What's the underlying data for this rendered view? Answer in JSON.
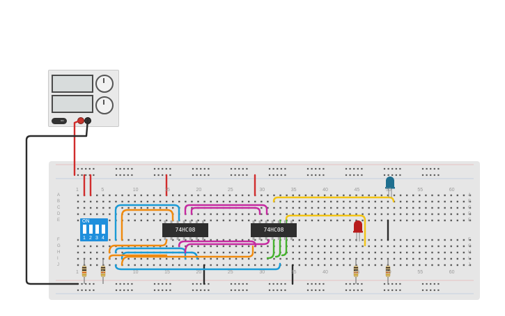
{
  "breadboard": {
    "column_numbers": [
      "1",
      "5",
      "10",
      "15",
      "20",
      "25",
      "30",
      "35",
      "40",
      "45",
      "50",
      "55",
      "60"
    ],
    "row_letters_top": [
      "A",
      "B",
      "C",
      "D",
      "E"
    ],
    "row_letters_bottom": [
      "F",
      "G",
      "H",
      "I",
      "J"
    ]
  },
  "chips": [
    {
      "label": "74HC08"
    },
    {
      "label": "74HC08"
    }
  ],
  "dip_switch": {
    "on_label": "ON",
    "numbers": [
      "1",
      "2",
      "3",
      "4"
    ]
  },
  "power_supply": {
    "on_label": "ON",
    "wire_colors": {
      "positive": "#d12d2d",
      "negative": "#333333"
    }
  },
  "colors": {
    "wire_orange": "#f08a0e",
    "wire_blue": "#1b9bd6",
    "wire_magenta": "#c52aa0",
    "wire_yellow": "#f2c416",
    "wire_green": "#45b22d",
    "wire_red": "#d12d2d",
    "wire_black": "#2a2a2a",
    "led_red": "#b71c1c",
    "led_blue": "#1f6f8f",
    "dip_blue": "#1f8fdc"
  }
}
